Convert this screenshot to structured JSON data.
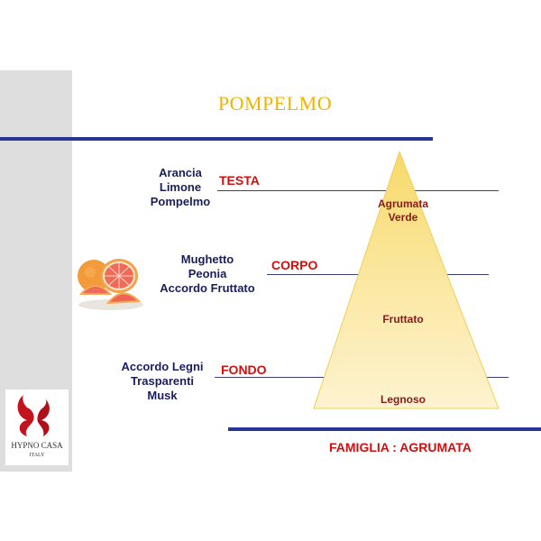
{
  "title": "POMPELMO",
  "notes": [
    {
      "label": "TESTA",
      "ingredients": [
        "Arancia",
        "Limone",
        "Pompelmo"
      ]
    },
    {
      "label": "CORPO",
      "ingredients": [
        "Mughetto",
        "Peonia",
        "Accordo Fruttato"
      ]
    },
    {
      "label": "FONDO",
      "ingredients": [
        "Accordo Legni",
        "Trasparenti",
        "Musk"
      ]
    }
  ],
  "pyramid": {
    "levels": [
      {
        "lines": [
          "Agrumata",
          "Verde"
        ]
      },
      {
        "lines": [
          "Fruttato"
        ]
      },
      {
        "lines": [
          "Legnoso"
        ]
      }
    ]
  },
  "family": "FAMIGLIA : AGRUMATA",
  "logo": {
    "brand": "HYPNO CASA",
    "sub": "ITALY"
  },
  "colors": {
    "title": "#f0b400",
    "accent_red": "#d10f0f",
    "navy": "#283593",
    "sidebar": "#dedede"
  }
}
